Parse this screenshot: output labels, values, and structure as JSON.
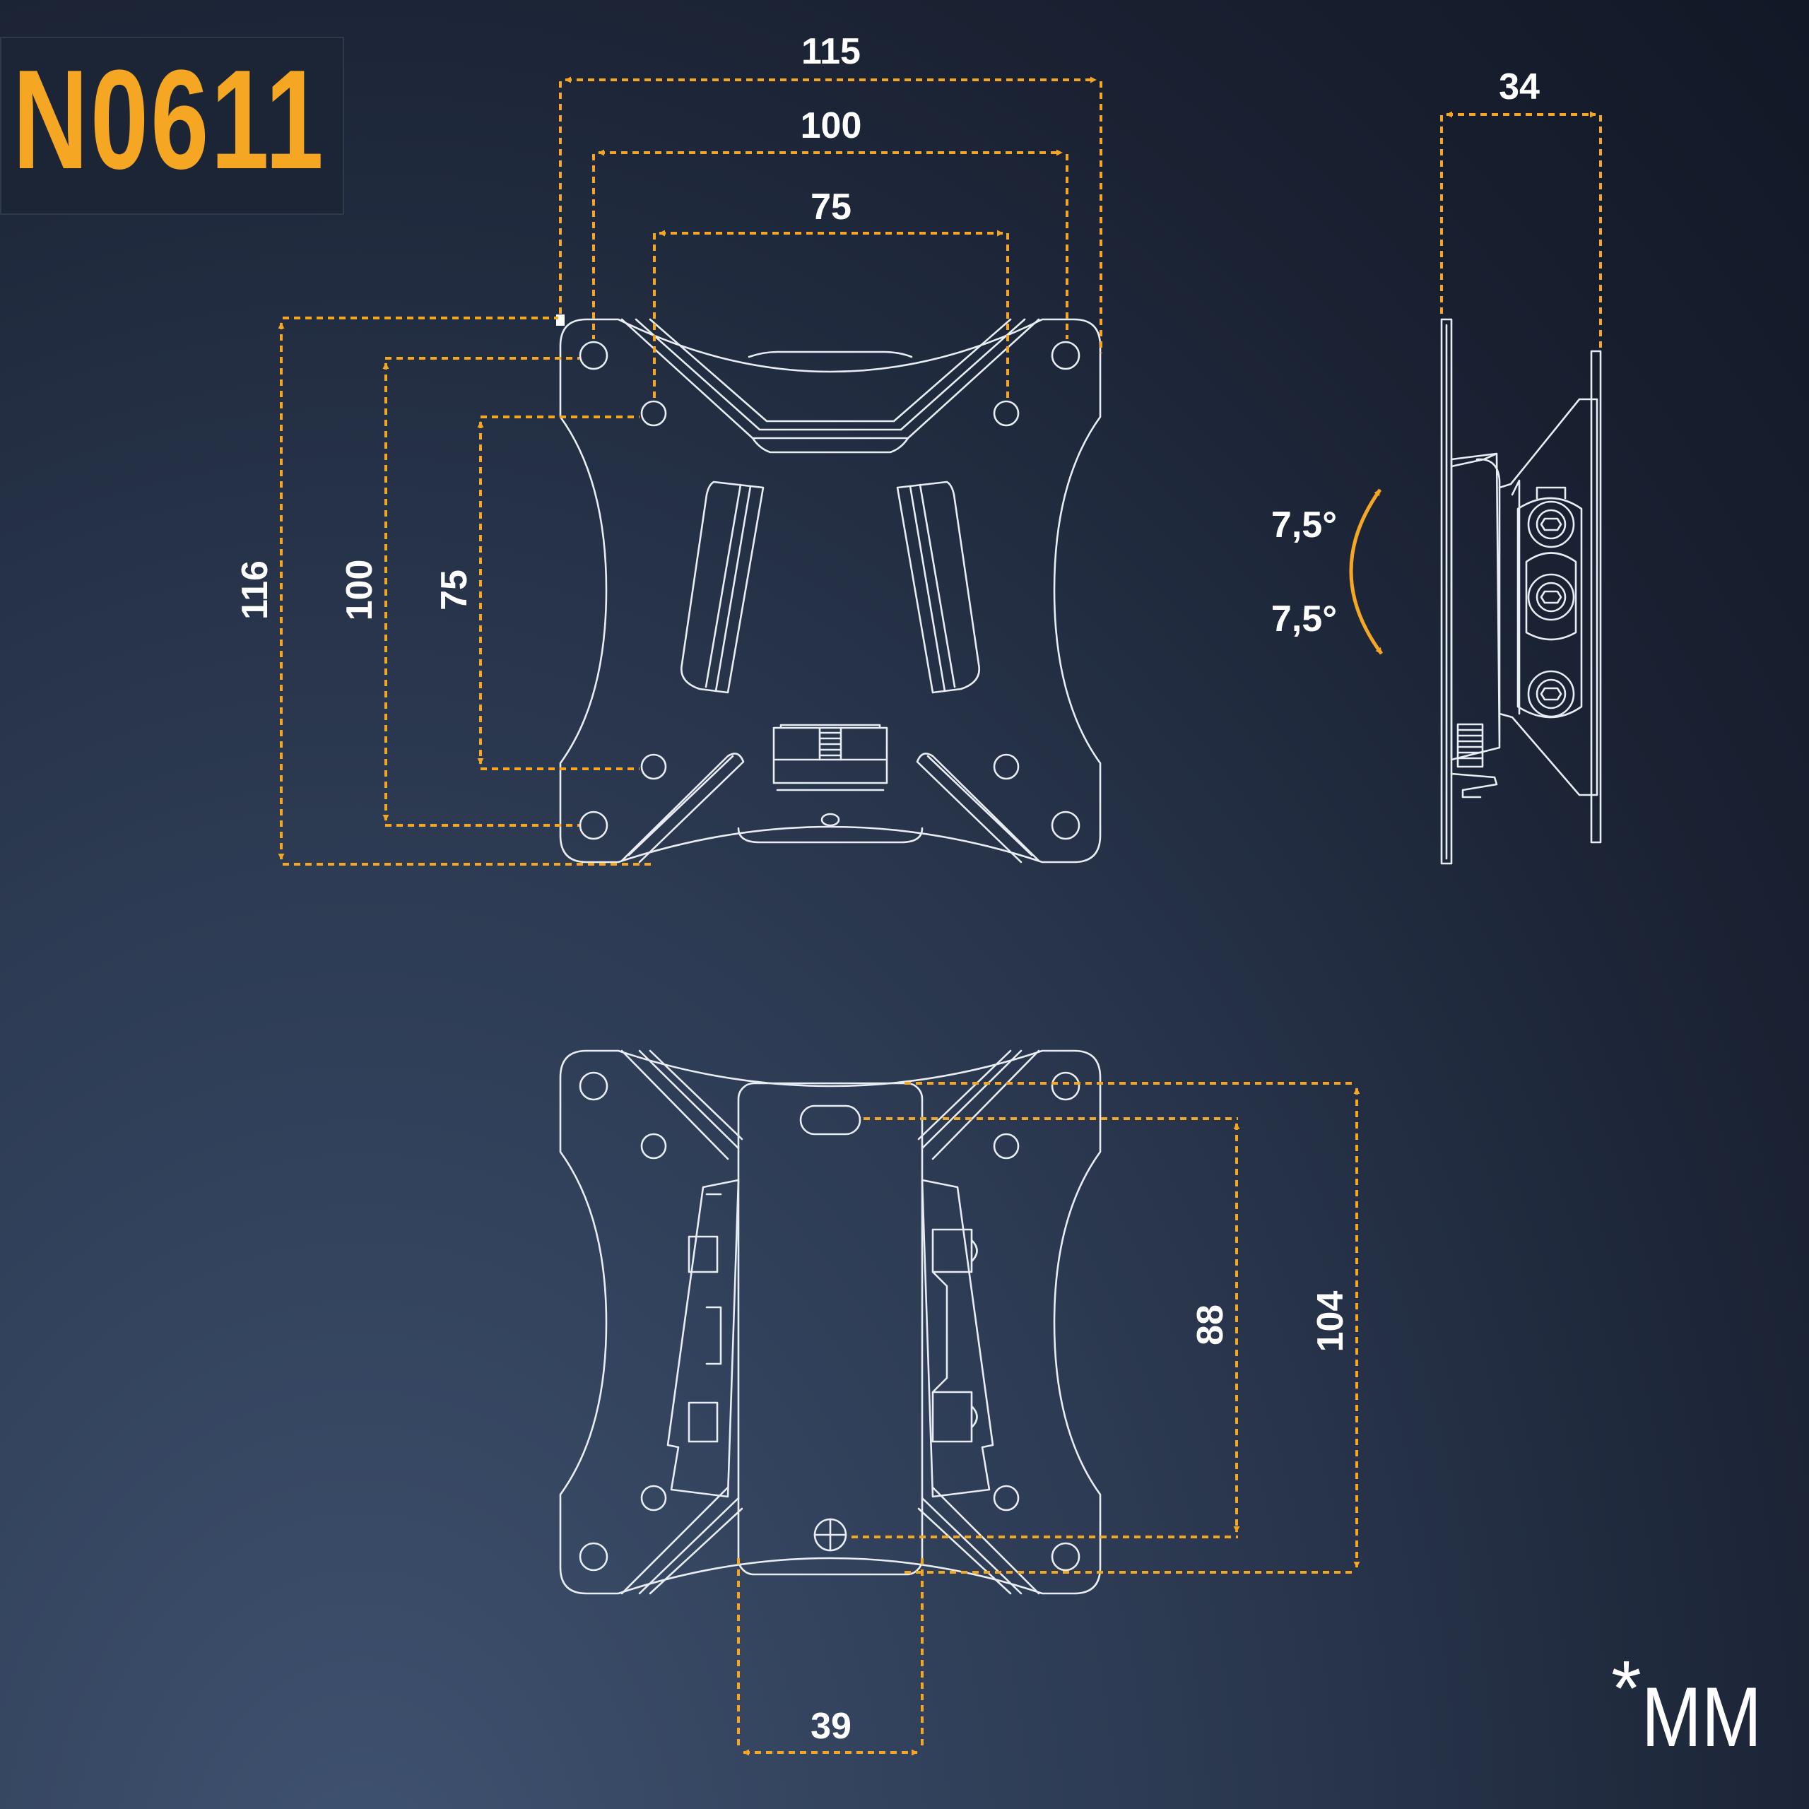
{
  "model": "N0611",
  "unit": "MM",
  "unit_prefix": "*",
  "front_view": {
    "width_labels": [
      "115",
      "100",
      "75"
    ],
    "height_labels": [
      "116",
      "100",
      "75"
    ]
  },
  "side_view": {
    "depth_label": "34",
    "tilt_up_label": "7,5°",
    "tilt_down_label": "7,5°"
  },
  "rear_view": {
    "height_labels": [
      "88",
      "104"
    ],
    "width_label": "39"
  },
  "colors": {
    "accent": "#f5a623",
    "line": "#e8edf4",
    "background_dark": "#111826",
    "background_light": "#3f5270"
  }
}
